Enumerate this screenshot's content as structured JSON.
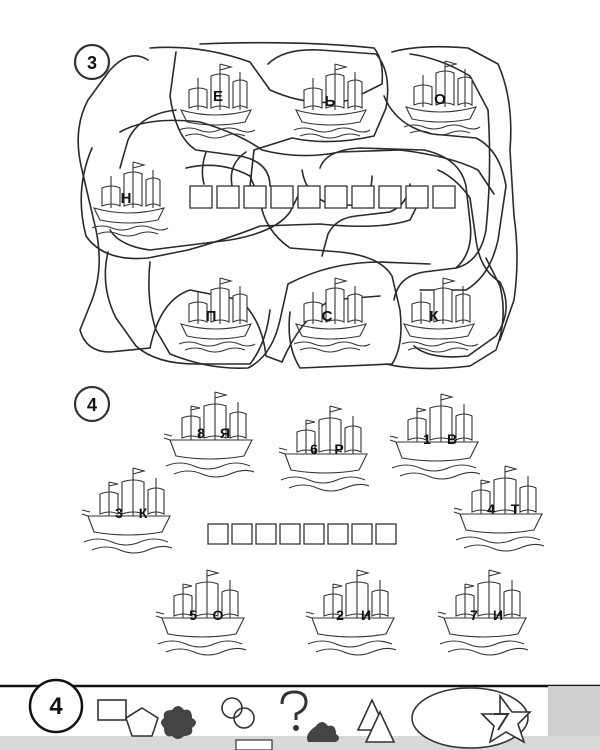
{
  "exercise3": {
    "number": "3",
    "answer_boxes": 10,
    "ships": [
      {
        "letter": "Е"
      },
      {
        "letter": "Ь"
      },
      {
        "letter": "О"
      },
      {
        "letter": "Н"
      },
      {
        "letter": "П"
      },
      {
        "letter": "С"
      },
      {
        "letter": "К"
      }
    ]
  },
  "exercise4": {
    "number": "4",
    "answer_boxes": 8,
    "ships": [
      {
        "digit": "8",
        "letter": "Я"
      },
      {
        "digit": "6",
        "letter": "Р"
      },
      {
        "digit": "1",
        "letter": "В"
      },
      {
        "digit": "3",
        "letter": "К"
      },
      {
        "digit": "4",
        "letter": "Т"
      },
      {
        "digit": "5",
        "letter": "О"
      },
      {
        "digit": "2",
        "letter": "И"
      },
      {
        "digit": "7",
        "letter": "И"
      }
    ]
  },
  "footer": {
    "page_number": "4",
    "icons": [
      "rectangle-icon",
      "pentagon-icon",
      "puzzle-icon",
      "circles-icon",
      "question-mark-icon",
      "puzzle-icon",
      "triangles-icon",
      "star-icon"
    ],
    "colors": {
      "band": "#d9d9d9",
      "line": "#111111"
    }
  }
}
